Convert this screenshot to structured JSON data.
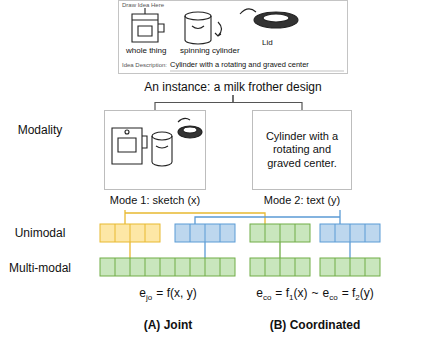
{
  "diagram": {
    "nodes": [
      {
        "text": [
          "Draw Idea Here",
          "whole thing",
          "spinning cylinder",
          "Lid",
          "Idea Description:",
          "Cylinder with a rotating and graved center",
          "An instance: a milk frother design"
        ]
      },
      {
        "text": [
          "Mode 1: sketch (x)"
        ]
      },
      {
        "text": [
          "Cylinder with a rotating and graved center.",
          "Mode 2: text (y)"
        ]
      }
    ],
    "edges": [
      {
        "from": 0,
        "to": 1,
        "arrow": "none"
      },
      {
        "from": 0,
        "to": 2,
        "arrow": "none"
      }
    ],
    "labels": [
      "Modality",
      "Unimodal",
      "Multi-modal",
      "e",
      "jo",
      "= f(x, y)",
      "e",
      "co",
      "= f",
      "1",
      "(x)",
      "~",
      "e",
      "co",
      "= f",
      "2",
      "(y)",
      "(A) Joint",
      "(B) Coordinated"
    ]
  }
}
